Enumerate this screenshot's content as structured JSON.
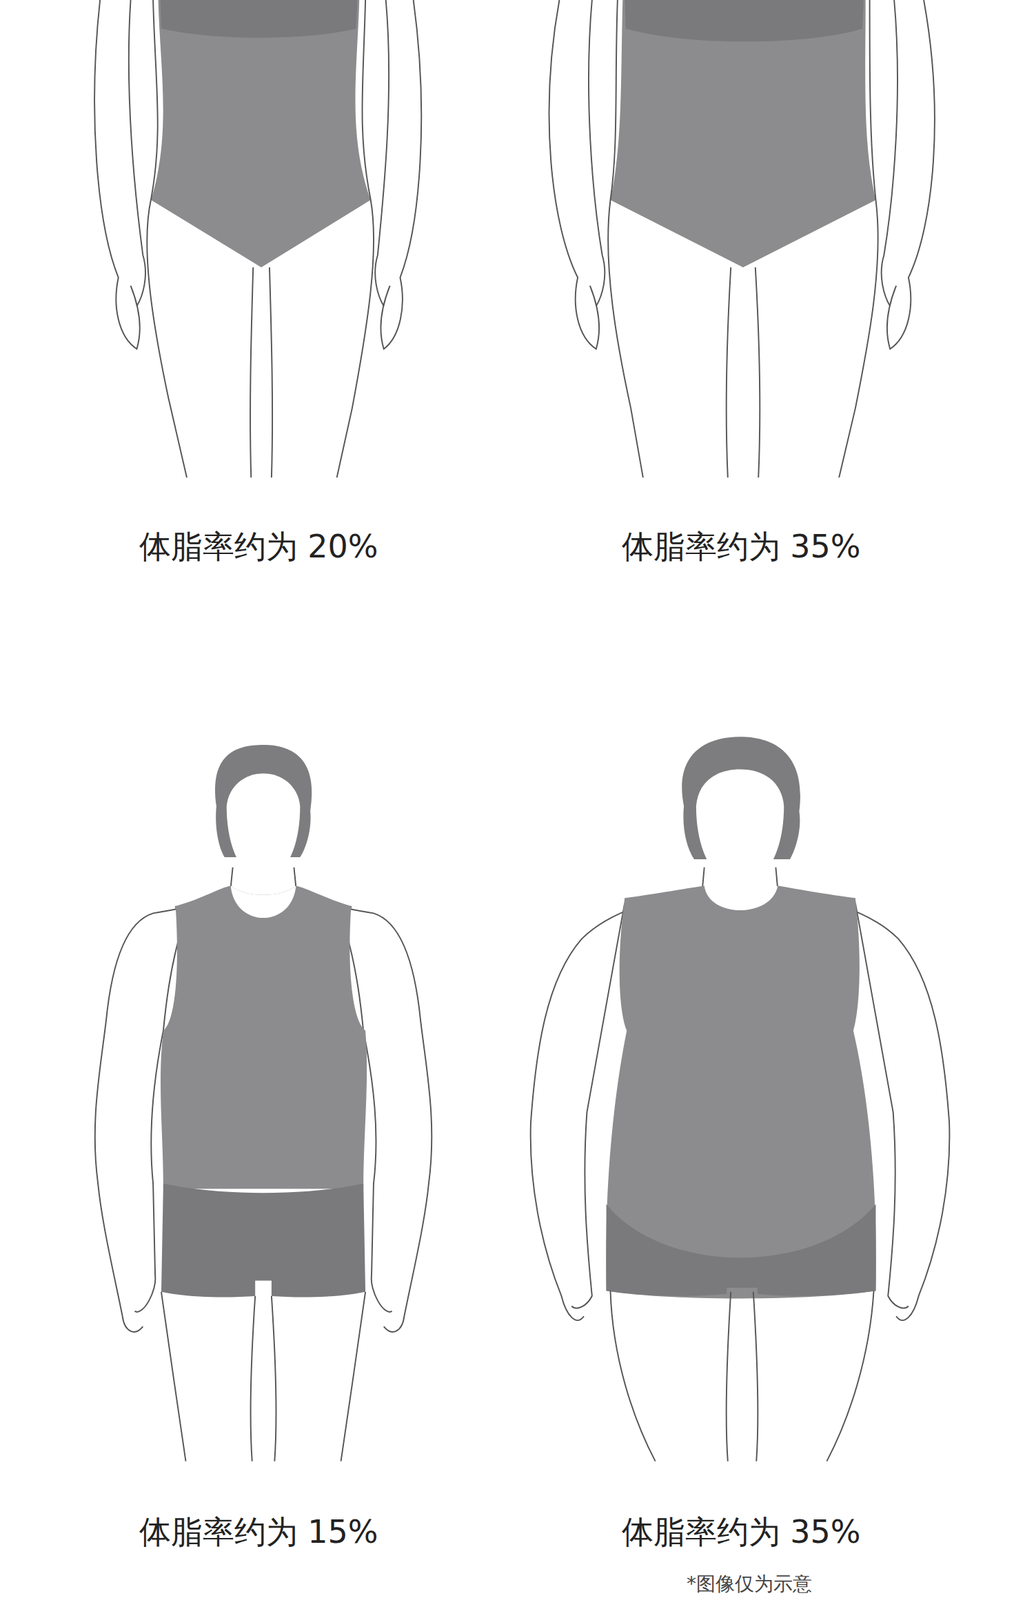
{
  "diagram": {
    "labels": [
      "体脂率约为 20%",
      "体脂率约为 35%",
      "体脂率约为 15%",
      "体脂率约为 35%",
      "*图像仅为示意"
    ]
  }
}
